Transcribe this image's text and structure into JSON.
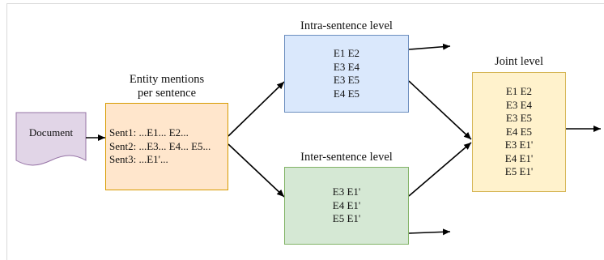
{
  "document": {
    "label": "Document"
  },
  "entity_mentions": {
    "title_line1": "Entity mentions",
    "title_line2": "per sentence",
    "rows": [
      "Sent1: ...E1... E2...",
      "Sent2: ...E3... E4... E5...",
      "Sent3: ...E1'..."
    ]
  },
  "intra": {
    "title": "Intra-sentence level",
    "rows": [
      "E1 E2",
      "E3 E4",
      "E3 E5",
      "E4 E5"
    ]
  },
  "inter": {
    "title": "Inter-sentence level",
    "rows": [
      "E3 E1'",
      "E4 E1'",
      "E5 E1'"
    ]
  },
  "joint": {
    "title": "Joint level",
    "rows": [
      "E1 E2",
      "E3 E4",
      "E3 E5",
      "E4 E5",
      "E3 E1'",
      "E4 E1'",
      "E5 E1'"
    ]
  },
  "colors": {
    "document_fill": "#e1d5e7",
    "document_stroke": "#9673a6",
    "mentions_fill": "#ffe6cc",
    "mentions_stroke": "#d79b00",
    "intra_fill": "#dae8fc",
    "intra_stroke": "#6c8ebf",
    "inter_fill": "#d5e8d4",
    "inter_stroke": "#82b366",
    "joint_fill": "#fff2cc",
    "joint_stroke": "#d6b656",
    "arrow": "#000000"
  }
}
